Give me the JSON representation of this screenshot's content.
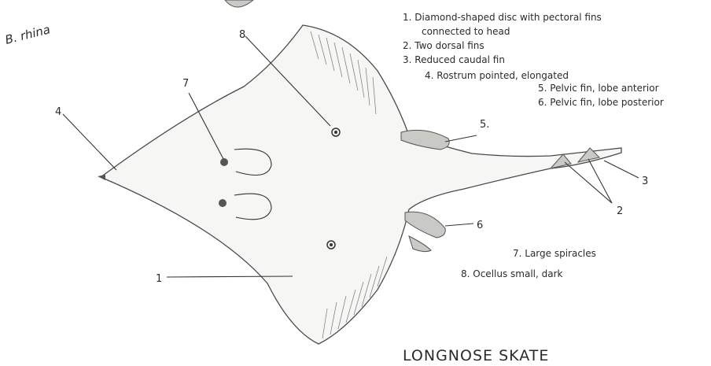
{
  "species_label": "B. rhina",
  "caption": "LONGNOSE SKATE",
  "traits": [
    {
      "text": "1. Diamond-shaped disc with pectoral fins"
    },
    {
      "text": "connected to head"
    },
    {
      "text": "2. Two dorsal fins"
    },
    {
      "text": "3. Reduced caudal fin"
    },
    {
      "text": "4. Rostrum pointed, elongated"
    },
    {
      "text": "5. Pelvic fin, lobe anterior"
    },
    {
      "text": "6. Pelvic fin, lobe posterior"
    }
  ],
  "extra_traits": [
    {
      "text": "7. Large spiracles"
    },
    {
      "text": "8. Ocellus small, dark"
    }
  ],
  "callout_numbers": [
    "1",
    "2",
    "3",
    "4",
    "5.",
    "6",
    "7",
    "8"
  ],
  "colors": {
    "ink": "#2b2b2b",
    "body_fill": "#f6f6f4",
    "fin_shade": "#c9c9c6"
  }
}
